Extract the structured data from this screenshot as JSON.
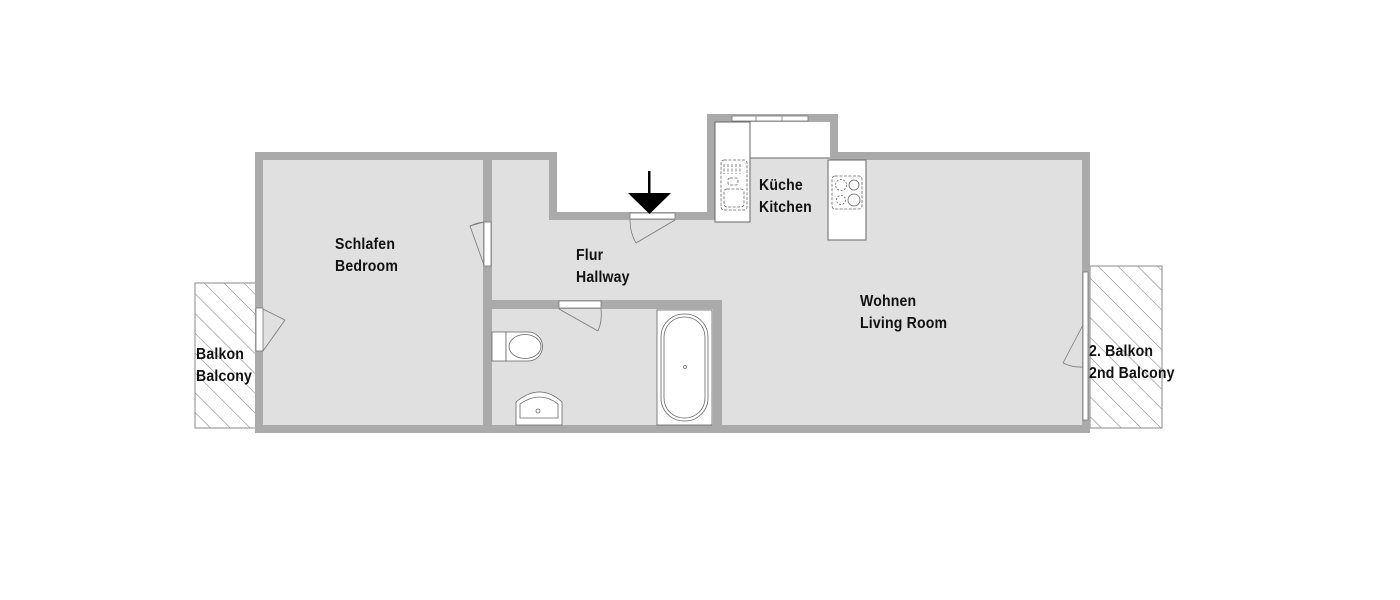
{
  "floorplan": {
    "colors": {
      "wall": "#aaaaaa",
      "floor": "#e0e0e0",
      "fixture": "#ffffff",
      "line": "#666666",
      "text": "#111111",
      "arrow": "#000000"
    },
    "rooms": [
      {
        "id": "bedroom",
        "label_de": "Schlafen",
        "label_en": "Bedroom"
      },
      {
        "id": "hallway",
        "label_de": "Flur",
        "label_en": "Hallway"
      },
      {
        "id": "kitchen",
        "label_de": "Küche",
        "label_en": "Kitchen"
      },
      {
        "id": "living",
        "label_de": "Wohnen",
        "label_en": "Living Room"
      },
      {
        "id": "balcony",
        "label_de": "Balkon",
        "label_en": "Balcony"
      },
      {
        "id": "balcony2",
        "label_de": "2. Balkon",
        "label_en": "2nd Balcony"
      }
    ],
    "fixtures": [
      "sink",
      "stove",
      "toilet",
      "washbasin",
      "bathtub"
    ],
    "entrance_icon": "entrance-arrow-icon"
  }
}
